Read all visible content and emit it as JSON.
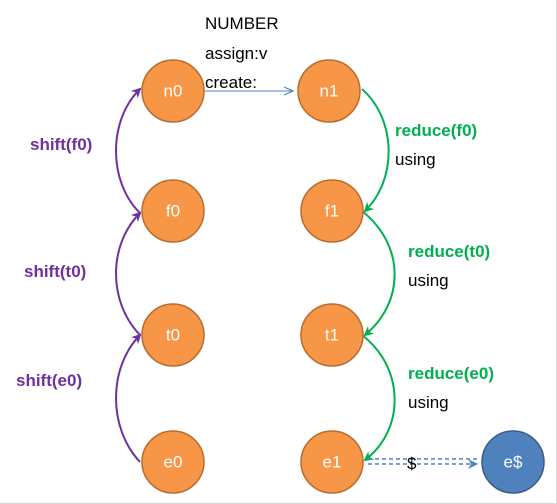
{
  "top_labels": [
    "NUMBER",
    "assign:v",
    "create:"
  ],
  "nodes": {
    "n0": "n0",
    "f0": "f0",
    "t0": "t0",
    "e0": "e0",
    "n1": "n1",
    "f1": "f1",
    "t1": "t1",
    "e1": "e1",
    "e_end": "e$"
  },
  "shift_labels": [
    "shift(f0)",
    "shift(t0)",
    "shift(e0)"
  ],
  "reduce_labels": [
    {
      "action": "reduce(f0)",
      "using": "using"
    },
    {
      "action": "reduce(t0)",
      "using": "using"
    },
    {
      "action": "reduce(e0)",
      "using": "using"
    }
  ],
  "end_edge_label": "$",
  "colors": {
    "node_orange": "#F79646",
    "node_orange_stroke": "#B66D31",
    "node_blue": "#4F81BD",
    "node_blue_stroke": "#385D8A",
    "shift_purple": "#7030A0",
    "reduce_green": "#00B050",
    "arrow_blue": "#4F81BD",
    "dashed_blue": "#4F81BD"
  }
}
